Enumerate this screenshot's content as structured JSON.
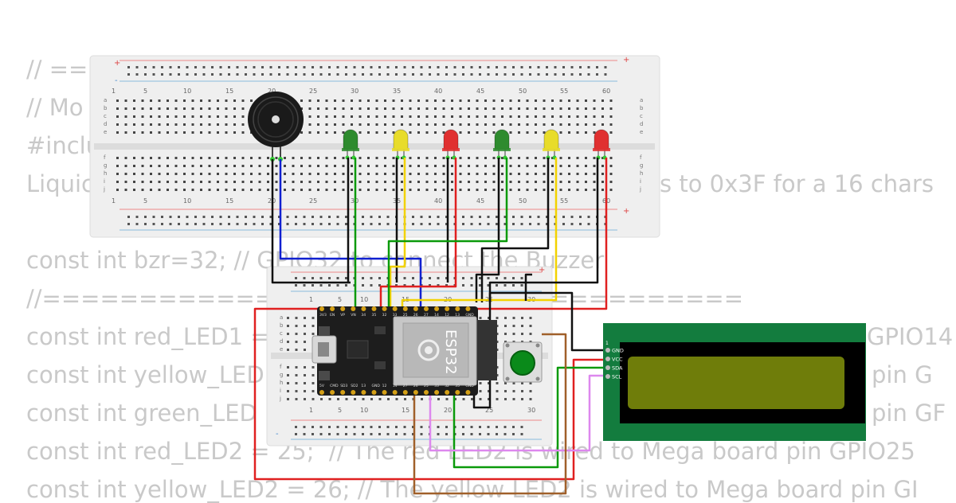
{
  "code_lines": [
    "// ===",
    "// Mo",
    "#inclu",
    "Liquic",
    "const int bzr=32; // GPIO32 to connect the Buzzer",
    "//==============",
    "const int red_LED1 =",
    "const int yellow_LED",
    "const int green_LED",
    "const int red_LED2 = 25;  // The red LED2 is wired to Mega board pin GPIO25",
    "const int yellow_LED2 = 26; // The yellow LED2 is wired to Mega board pin GI"
  ],
  "code_fragments": [
    "s to 0x3F for a 16 chars",
    "==========",
    "GPIO14",
    "pin G",
    "pin GF"
  ],
  "breadcolumns_large": [
    "1",
    "5",
    "10",
    "15",
    "20",
    "25",
    "30",
    "35",
    "40",
    "45",
    "50",
    "55",
    "60"
  ],
  "breadcolumns_small": [
    "1",
    "5",
    "10",
    "15",
    "20",
    "25",
    "30"
  ],
  "bread_rows_top": [
    "a",
    "b",
    "c",
    "d",
    "e"
  ],
  "bread_rows_bottom": [
    "f",
    "g",
    "h",
    "i",
    "j"
  ],
  "rail_plus": "+",
  "rail_minus": "-",
  "esp32": {
    "label": "ESP32",
    "pins_top": [
      "3V3",
      "EN",
      "VP",
      "VN",
      "34",
      "35",
      "32",
      "33",
      "25",
      "26",
      "27",
      "14",
      "12",
      "13",
      "GND"
    ],
    "pins_bottom": [
      "5V",
      "CMD",
      "SD3",
      "SD2",
      "13",
      "GND",
      "12",
      "14",
      "27",
      "26",
      "25",
      "33",
      "32",
      "35",
      "GND"
    ]
  },
  "lcd": {
    "pins": [
      "GND",
      "VCC",
      "SDA",
      "SCL"
    ],
    "pin_index": "1"
  },
  "leds": [
    {
      "color": "#2e8b2e",
      "name": "green"
    },
    {
      "color": "#e8dc2a",
      "name": "yellow"
    },
    {
      "color": "#e03030",
      "name": "red"
    },
    {
      "color": "#2e8b2e",
      "name": "green"
    },
    {
      "color": "#e8dc2a",
      "name": "yellow"
    },
    {
      "color": "#e03030",
      "name": "red"
    }
  ],
  "colors": {
    "breadboard": "#efefef",
    "lcd_pcb": "#137c3e",
    "lcd_screen": "#6f7d0a",
    "esp_board": "#1d1d1d",
    "wire_red": "#e02020",
    "wire_black": "#111111",
    "wire_yellow": "#f2d200",
    "wire_green": "#0a9a0a",
    "wire_blue": "#1020d0",
    "wire_brown": "#a0602a",
    "wire_violet": "#dd88ee"
  }
}
